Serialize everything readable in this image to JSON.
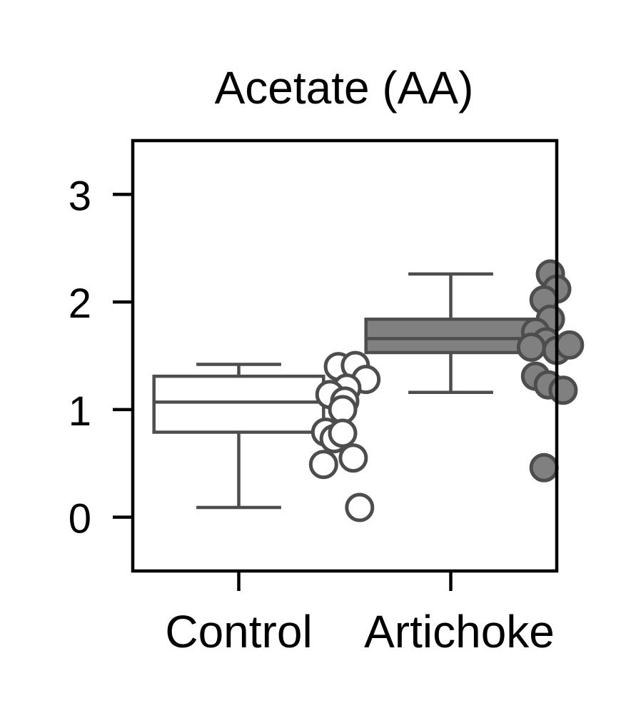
{
  "chart_data": {
    "type": "box",
    "title": "Acetate (AA)",
    "categories": [
      "Control",
      "Artichoke"
    ],
    "ylim": [
      -0.5,
      3.5
    ],
    "yticks": [
      0,
      1,
      2,
      3
    ],
    "grid": false,
    "groups": [
      {
        "name": "Control",
        "fill": "#ffffff",
        "edge": "#4d4d4d",
        "box": {
          "whisker_low": 0.09,
          "q1": 0.79,
          "median": 1.07,
          "q3": 1.31,
          "whisker_high": 1.42
        },
        "points": [
          {
            "x": 0.47,
            "y": 1.4
          },
          {
            "x": 0.55,
            "y": 1.41
          },
          {
            "x": 0.6,
            "y": 1.28
          },
          {
            "x": 0.51,
            "y": 1.2
          },
          {
            "x": 0.43,
            "y": 1.14
          },
          {
            "x": 0.5,
            "y": 1.08
          },
          {
            "x": 0.49,
            "y": 1.0
          },
          {
            "x": 0.41,
            "y": 0.79
          },
          {
            "x": 0.45,
            "y": 0.73
          },
          {
            "x": 0.49,
            "y": 0.78
          },
          {
            "x": 0.4,
            "y": 0.49
          },
          {
            "x": 0.54,
            "y": 0.55
          },
          {
            "x": 0.57,
            "y": 0.09
          }
        ]
      },
      {
        "name": "Artichoke",
        "fill": "#808080",
        "edge": "#4d4d4d",
        "box": {
          "whisker_low": 1.16,
          "q1": 1.53,
          "median": 1.66,
          "q3": 1.84,
          "whisker_high": 2.26
        },
        "points": [
          {
            "x": 1.47,
            "y": 2.26
          },
          {
            "x": 1.5,
            "y": 2.12
          },
          {
            "x": 1.44,
            "y": 2.02
          },
          {
            "x": 1.47,
            "y": 1.84
          },
          {
            "x": 1.4,
            "y": 1.72
          },
          {
            "x": 1.45,
            "y": 1.63
          },
          {
            "x": 1.38,
            "y": 1.58
          },
          {
            "x": 1.5,
            "y": 1.55
          },
          {
            "x": 1.56,
            "y": 1.6
          },
          {
            "x": 1.4,
            "y": 1.31
          },
          {
            "x": 1.46,
            "y": 1.23
          },
          {
            "x": 1.53,
            "y": 1.18
          },
          {
            "x": 1.44,
            "y": 0.46
          }
        ]
      }
    ]
  }
}
